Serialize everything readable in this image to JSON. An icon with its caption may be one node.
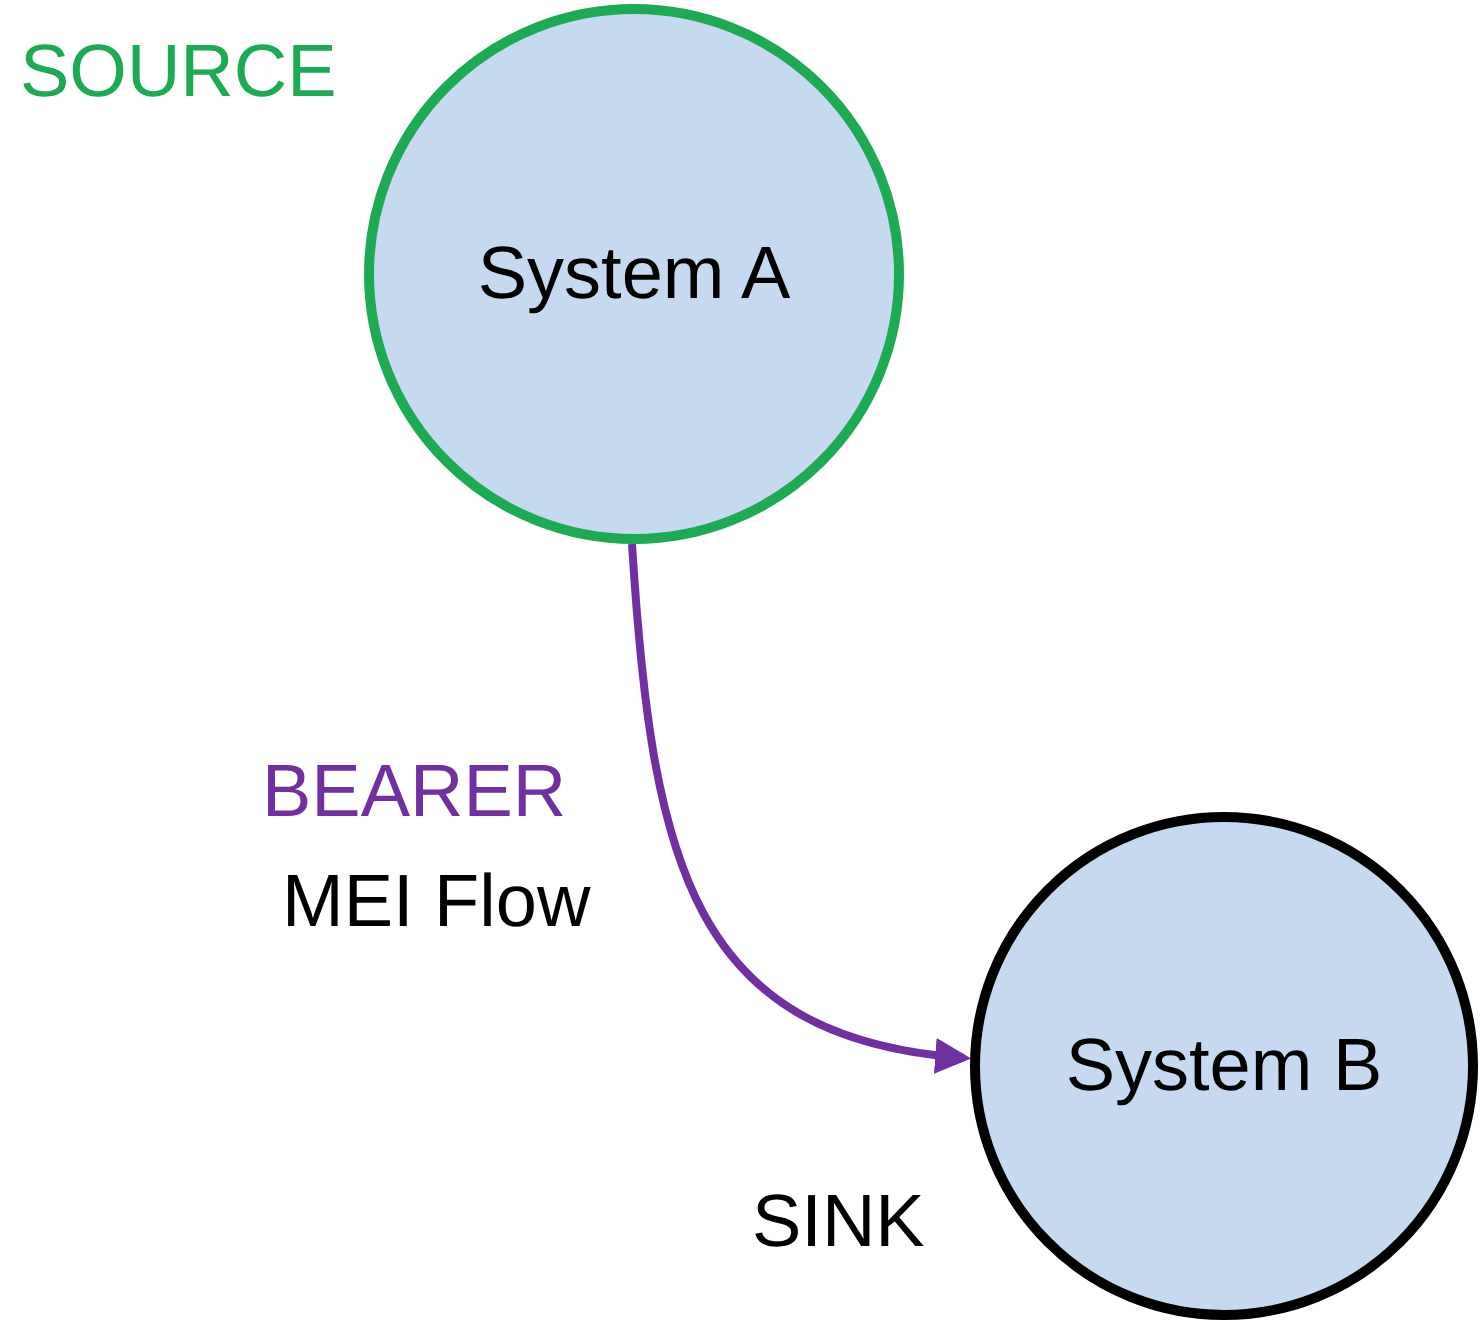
{
  "diagram": {
    "nodes": [
      {
        "text": [
          "System A"
        ],
        "beside": [
          "SOURCE"
        ]
      },
      {
        "text": [
          "System B"
        ],
        "beside": [
          "SINK"
        ]
      }
    ],
    "edges": [
      {
        "from": 0,
        "to": 1,
        "arrow": "to",
        "label": "BEARER",
        "color": "#7030a0"
      }
    ],
    "labels": [
      "MEI Flow"
    ]
  }
}
